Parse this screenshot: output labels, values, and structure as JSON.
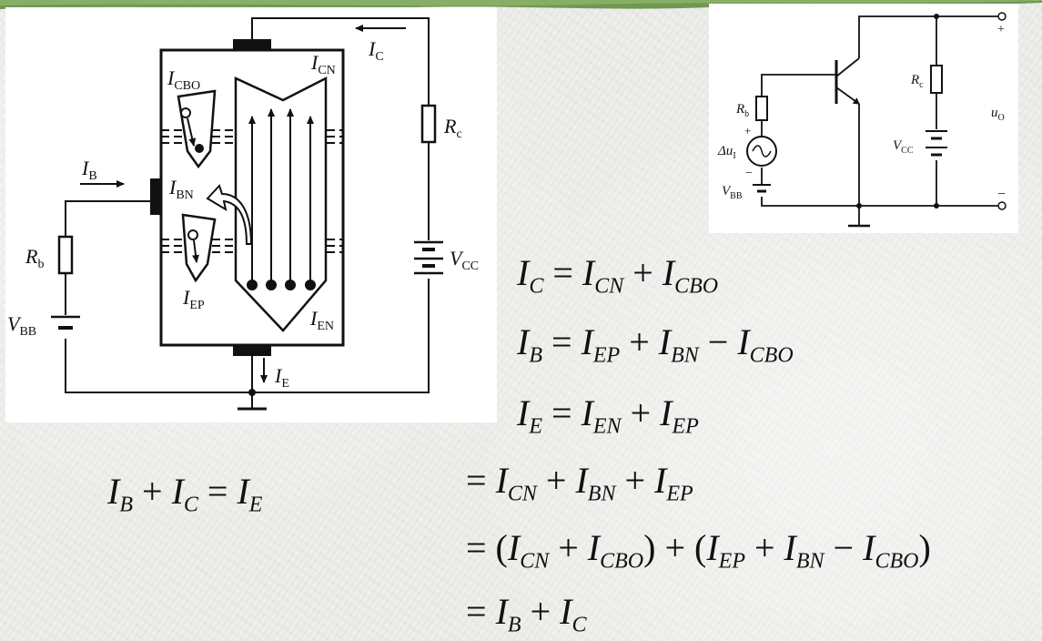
{
  "colors": {
    "accent": "#5b8a3a",
    "background": "#ededea",
    "ink": "#111111"
  },
  "left_diagram": {
    "labels": {
      "ic": "I",
      "ic_sub": "C",
      "icn": "I",
      "icn_sub": "CN",
      "icbo": "I",
      "icbo_sub": "CBO",
      "ib": "I",
      "ib_sub": "B",
      "ibn": "I",
      "ibn_sub": "BN",
      "iep": "I",
      "iep_sub": "EP",
      "ien": "I",
      "ien_sub": "EN",
      "ie": "I",
      "ie_sub": "E",
      "rc": "R",
      "rc_sub": "c",
      "rb": "R",
      "rb_sub": "b",
      "vcc": "V",
      "vcc_sub": "CC",
      "vbb": "V",
      "vbb_sub": "BB"
    }
  },
  "right_circuit": {
    "labels": {
      "rb": "R",
      "rb_sub": "b",
      "rc": "R",
      "rc_sub": "c",
      "du": "Δu",
      "du_sub": "I",
      "vcc": "V",
      "vcc_sub": "CC",
      "vbb": "V",
      "vbb_sub": "BB",
      "uo": "u",
      "uo_sub": "O",
      "plus": "+",
      "minus": "−",
      "src_plus": "+",
      "src_minus": "−"
    }
  },
  "equations": {
    "left": {
      "t1": "I",
      "s1": "B",
      "op1": " + ",
      "t2": "I",
      "s2": "C",
      "op2": " = ",
      "t3": "I",
      "s3": "E"
    },
    "eq1": {
      "t1": "I",
      "s1": "C",
      "op1": " = ",
      "t2": "I",
      "s2": "CN",
      "op2": " + ",
      "t3": "I",
      "s3": "CBO"
    },
    "eq2": {
      "t1": "I",
      "s1": "B",
      "op1": " = ",
      "t2": "I",
      "s2": "EP",
      "op2": " + ",
      "t3": "I",
      "s3": "BN",
      "op3": " − ",
      "t4": "I",
      "s4": "CBO"
    },
    "eq3": {
      "t1": "I",
      "s1": "E",
      "op1": " = ",
      "t2": "I",
      "s2": "EN",
      "op2": " + ",
      "t3": "I",
      "s3": "EP"
    },
    "eq4": {
      "op0": "= ",
      "t1": "I",
      "s1": "CN",
      "op1": " + ",
      "t2": "I",
      "s2": "BN",
      "op2": " + ",
      "t3": "I",
      "s3": "EP"
    },
    "eq5": {
      "op0": "= (",
      "t1": "I",
      "s1": "CN",
      "op1": " + ",
      "t2": "I",
      "s2": "CBO",
      "op2": ") + (",
      "t3": "I",
      "s3": "EP",
      "op3": " + ",
      "t4": "I",
      "s4": "BN",
      "op4": " − ",
      "t5": "I",
      "s5": "CBO",
      "op5": ")"
    },
    "eq6": {
      "op0": "= ",
      "t1": "I",
      "s1": "B",
      "op1": " + ",
      "t2": "I",
      "s2": "C"
    }
  }
}
